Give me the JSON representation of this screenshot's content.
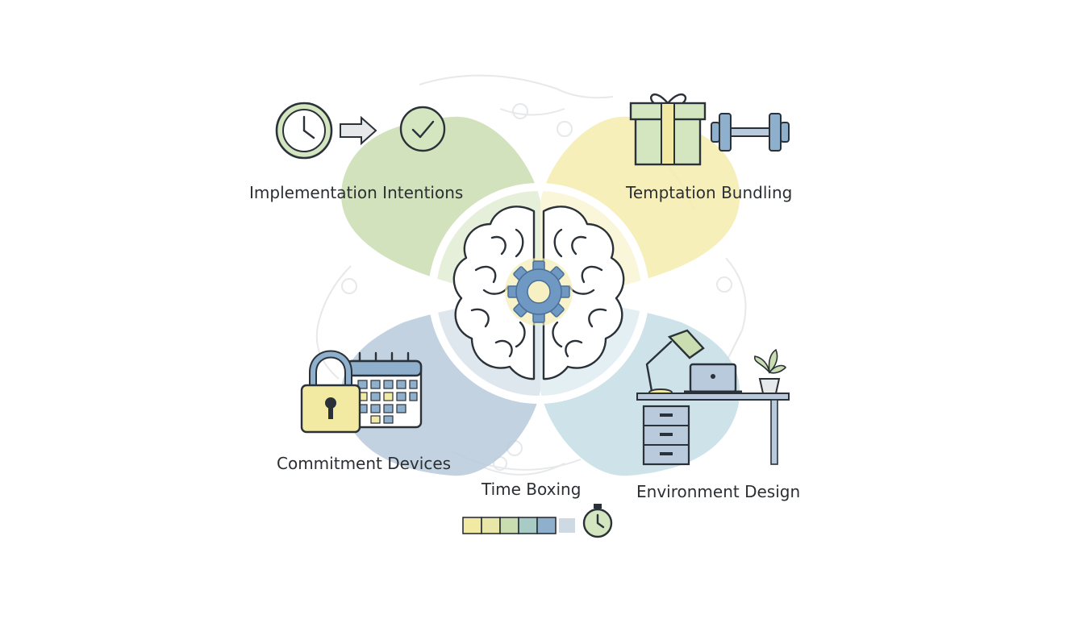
{
  "labels": {
    "implementation": "Implementation Intentions",
    "temptation": "Temptation Bundling",
    "commitment": "Commitment Devices",
    "timeboxing": "Time Boxing",
    "environment": "Environment Design"
  },
  "colors": {
    "green": "#c9ddb0",
    "green_icon": "#d4e6bf",
    "yellow": "#f4ecae",
    "yellow_icon": "#f2e9a3",
    "blue": "#b8cadc",
    "blue_icon": "#8fb0cc",
    "teal": "#c4dde5",
    "ink": "#2b3138",
    "gear": "#6f98c2"
  },
  "icons": {
    "implementation": [
      "clock-icon",
      "arrow-right-icon",
      "check-circle-icon"
    ],
    "temptation": [
      "gift-icon",
      "dumbbell-icon"
    ],
    "commitment": [
      "padlock-icon",
      "calendar-icon"
    ],
    "timeboxing": [
      "progress-blocks-icon",
      "stopwatch-icon"
    ],
    "environment": [
      "desk-lamp-icon",
      "laptop-icon",
      "plant-icon",
      "desk-icon"
    ],
    "center": [
      "brain-icon",
      "gear-icon"
    ]
  }
}
